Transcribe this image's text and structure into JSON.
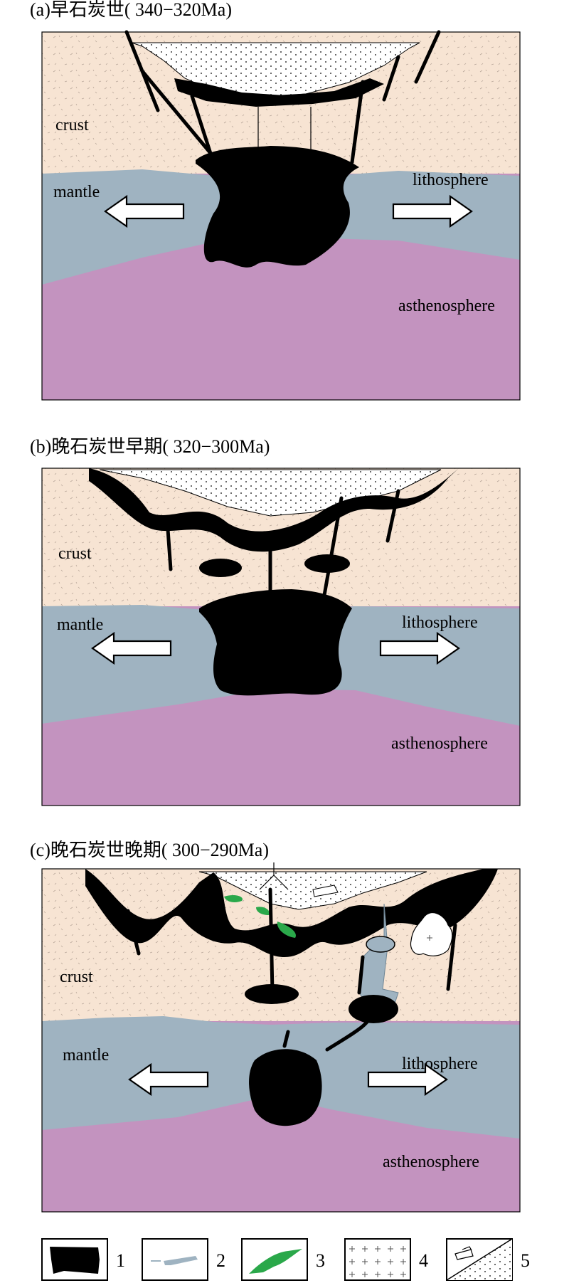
{
  "panels": [
    {
      "title": "(a)早石炭世(  340−320Ma)",
      "crust": "crust",
      "mantle": "mantle",
      "lithosphere": "lithosphere",
      "asthenosphere": "asthenosphere"
    },
    {
      "title": "(b)晚石炭世早期(  320−300Ma)",
      "crust": "crust",
      "mantle": "mantle",
      "lithosphere": "lithosphere",
      "asthenosphere": "asthenosphere"
    },
    {
      "title": "(c)晚石炭世晚期(  300−290Ma)",
      "crust": "crust",
      "mantle": "mantle",
      "lithosphere": "lithosphere",
      "asthenosphere": "asthenosphere"
    }
  ],
  "legend": [
    {
      "number": "1",
      "icon": "black-magma-body-icon"
    },
    {
      "number": "2",
      "icon": "gray-intrusion-icon"
    },
    {
      "number": "3",
      "icon": "green-lens-icon"
    },
    {
      "number": "4",
      "icon": "granite-cross-pattern-icon"
    },
    {
      "number": "5",
      "icon": "sediment-dotted-fill-icon"
    }
  ],
  "colors": {
    "crust": "#f7e4d3",
    "lithosphere": "#9fb3c1",
    "asthenosphere": "#c393bf",
    "magma": "#000000",
    "gray_intrusion": "#9fb3c1",
    "green_lens": "#2aa84a"
  }
}
